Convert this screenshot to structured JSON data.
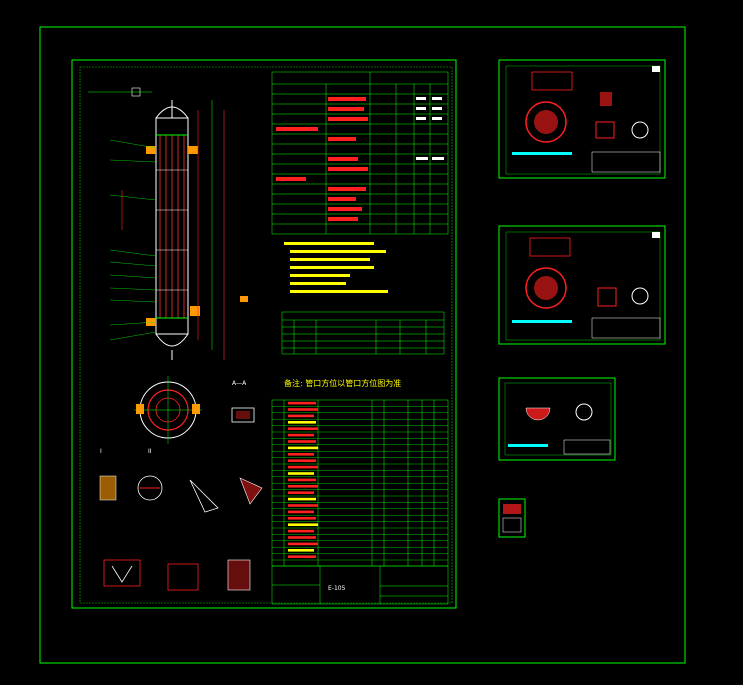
{
  "colors": {
    "background": "#000000",
    "frame": "#00ff00",
    "line": "#00e000",
    "accent": "#ff2020",
    "highlight": "#ffff00",
    "white": "#ffffff"
  },
  "main_sheet": {
    "title_block_label": "E-105",
    "note_heading": "备注: 管口方位以管口方位图为准",
    "section_label": "A—A",
    "detail_label_1": "I",
    "detail_label_2": "II"
  },
  "sheets": [
    {
      "id": "sheet-2"
    },
    {
      "id": "sheet-3"
    },
    {
      "id": "sheet-4"
    },
    {
      "id": "sheet-5"
    }
  ]
}
